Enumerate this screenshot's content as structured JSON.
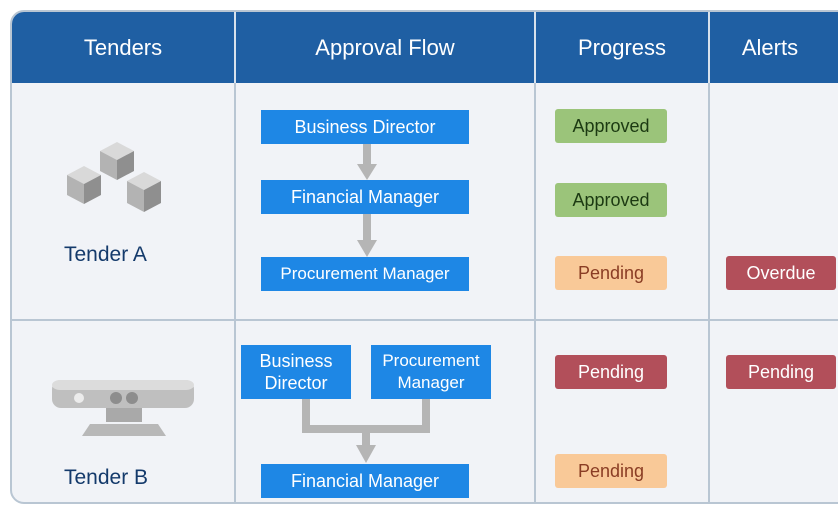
{
  "header": {
    "tenders": "Tenders",
    "approval_flow": "Approval Flow",
    "progress": "Progress",
    "alerts": "Alerts"
  },
  "tender_a": {
    "name": "Tender A",
    "icon": "cubes-icon",
    "steps": [
      "Business Director",
      "Financial Manager",
      "Procurement Manager"
    ],
    "progress": [
      "Approved",
      "Approved",
      "Pending"
    ],
    "alert": "Overdue"
  },
  "tender_b": {
    "name": "Tender B",
    "icon": "sensor-device-icon",
    "step_business_director": [
      "Business",
      "Director"
    ],
    "step_procurement_manager": [
      "Procurement",
      "Manager"
    ],
    "step_financial_manager": "Financial Manager",
    "progress": [
      "Pending",
      "Pending"
    ],
    "alert": "Pending"
  },
  "colors": {
    "header": "#1f5fa3",
    "step": "#1e87e5",
    "approved": "#9bc47a",
    "pending": "#f9c998",
    "alert": "#b24f5a",
    "arrow": "#b5b5b5"
  }
}
